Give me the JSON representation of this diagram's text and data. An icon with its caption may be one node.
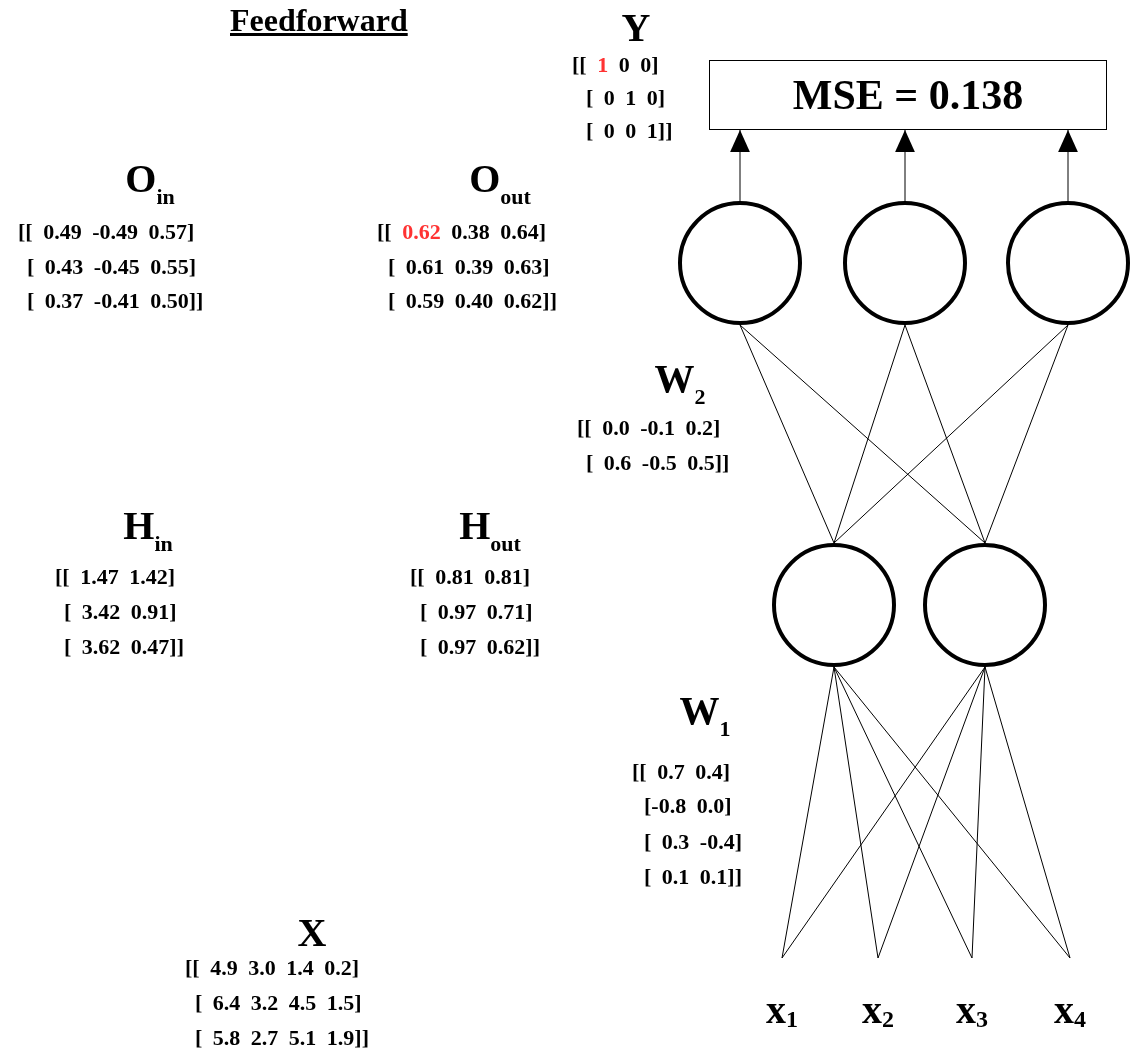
{
  "diagram": {
    "title": "Feedforward",
    "nodes": [
      {
        "text": [
          "MSE = 0.138"
        ]
      },
      {
        "text": [],
        "shape": "circle"
      },
      {
        "text": [],
        "shape": "circle"
      },
      {
        "text": [],
        "shape": "circle"
      },
      {
        "text": [],
        "shape": "circle"
      },
      {
        "text": [],
        "shape": "circle"
      },
      {
        "text": [
          "x$_{1}$"
        ]
      },
      {
        "text": [
          "x$_{2}$"
        ]
      },
      {
        "text": [
          "x$_{3}$"
        ]
      },
      {
        "text": [
          "x$_{4}$"
        ]
      }
    ],
    "edges": [
      {
        "from": 1,
        "to": 0,
        "arrow": "to"
      },
      {
        "from": 2,
        "to": 0,
        "arrow": "to"
      },
      {
        "from": 3,
        "to": 0,
        "arrow": "to"
      },
      {
        "from": 4,
        "to": 1,
        "arrow": "none"
      },
      {
        "from": 4,
        "to": 2,
        "arrow": "none"
      },
      {
        "from": 4,
        "to": 3,
        "arrow": "none"
      },
      {
        "from": 5,
        "to": 1,
        "arrow": "none"
      },
      {
        "from": 5,
        "to": 2,
        "arrow": "none"
      },
      {
        "from": 5,
        "to": 3,
        "arrow": "none"
      },
      {
        "from": 6,
        "to": 4,
        "arrow": "none"
      },
      {
        "from": 6,
        "to": 5,
        "arrow": "none"
      },
      {
        "from": 7,
        "to": 4,
        "arrow": "none"
      },
      {
        "from": 7,
        "to": 5,
        "arrow": "none"
      },
      {
        "from": 8,
        "to": 4,
        "arrow": "none"
      },
      {
        "from": 8,
        "to": 5,
        "arrow": "none"
      },
      {
        "from": 9,
        "to": 4,
        "arrow": "none"
      },
      {
        "from": 9,
        "to": 5,
        "arrow": "none"
      }
    ],
    "labels": [
      "Y",
      "[[ 1 0 0]",
      "[ 0 1 0]",
      "[ 0 0 1]]",
      "O$_{in}$",
      "[[ 0.49 -0.49 0.57]",
      "[ 0.43 -0.45 0.55]",
      "[ 0.37 -0.41 0.50]]",
      "O$_{out}$",
      "[[ 0.62 0.38 0.64]",
      "[ 0.61 0.39 0.63]",
      "[ 0.59 0.40 0.62]]",
      "W$_{2}$",
      "[[ 0.0 -0.1 0.2]",
      "[ 0.6 -0.5 0.5]]",
      "H$_{in}$",
      "[[ 1.47 1.42]",
      "[ 3.42 0.91]",
      "[ 3.62 0.47]]",
      "H$_{out}$",
      "[[ 0.81 0.81]",
      "[ 0.97 0.71]",
      "[ 0.97 0.62]]",
      "W$_{1}$",
      "[[ 0.7 0.4]",
      "[-0.8 0.0]",
      "[ 0.3 -0.4]",
      "[ 0.1 0.1]]",
      "X",
      "[[ 4.9 3.0 1.4 0.2]",
      "[ 6.4 3.2 4.5 1.5]",
      "[ 5.8 2.7 5.1 1.9]]"
    ]
  }
}
